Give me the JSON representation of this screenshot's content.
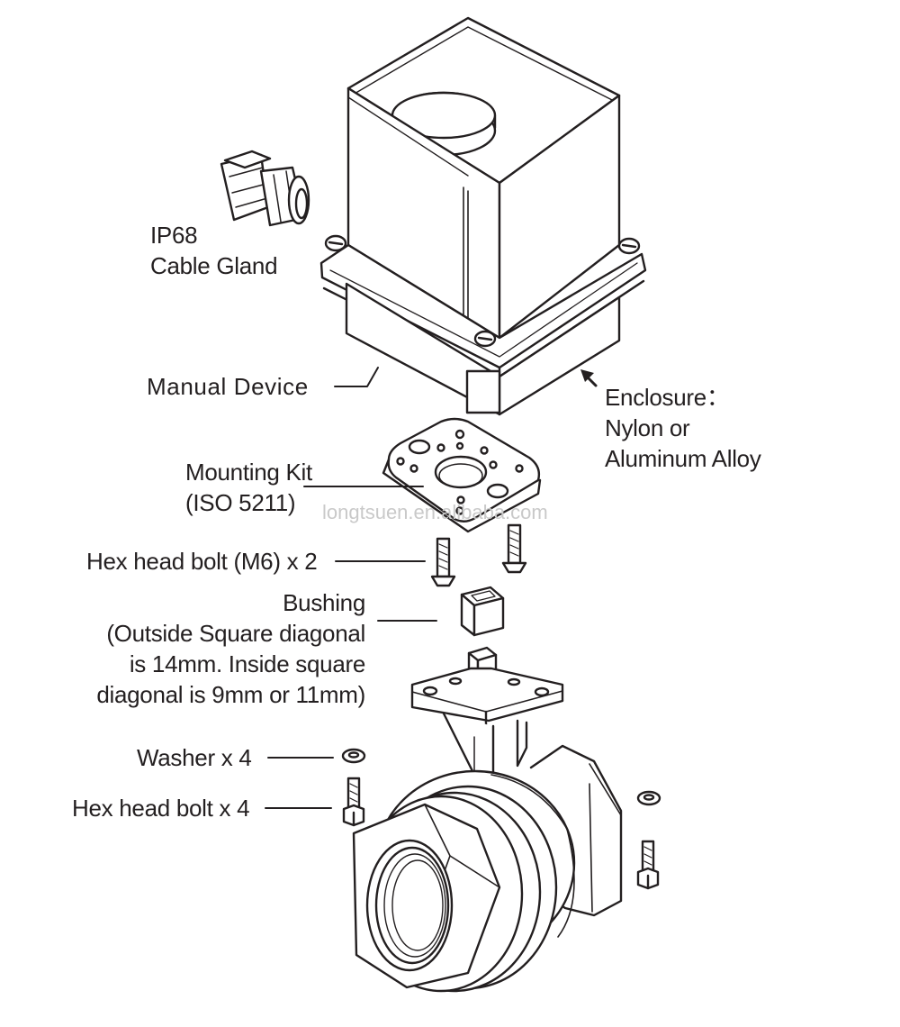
{
  "labels": {
    "cable_gland": [
      "IP68",
      "Cable Gland"
    ],
    "manual_device": "Manual Device",
    "enclosure": [
      "Enclosure：",
      "Nylon or",
      "Aluminum Alloy"
    ],
    "mounting_kit": [
      "Mounting Kit",
      "(ISO 5211)"
    ],
    "hex_bolt_m6": "Hex head bolt (M6) x 2",
    "bushing": [
      "Bushing",
      "(Outside Square diagonal",
      "is 14mm. Inside square",
      "diagonal is 9mm or 11mm)"
    ],
    "washer": "Washer x 4",
    "hex_bolt": "Hex head bolt x 4"
  },
  "watermark": "longtsuen.en.alibaba.com",
  "colors": {
    "ink": "#231f20",
    "watermark": "#c9c9c9"
  }
}
